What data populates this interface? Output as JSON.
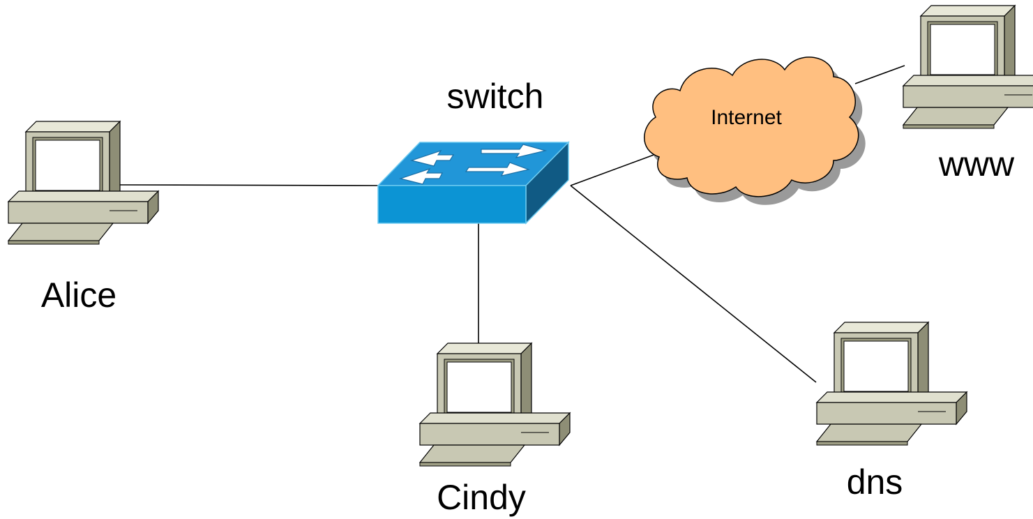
{
  "nodes": {
    "alice": {
      "label": "Alice",
      "icon": "desktop-computer-icon"
    },
    "cindy": {
      "label": "Cindy",
      "icon": "desktop-computer-icon"
    },
    "dns": {
      "label": "dns",
      "icon": "desktop-computer-icon"
    },
    "www": {
      "label": "www",
      "icon": "desktop-computer-icon"
    },
    "switch": {
      "label": "switch",
      "icon": "network-switch-icon"
    },
    "internet": {
      "label": "Internet",
      "icon": "cloud-icon"
    }
  },
  "links": [
    {
      "from": "alice",
      "to": "switch"
    },
    {
      "from": "switch",
      "to": "cindy"
    },
    {
      "from": "switch",
      "to": "dns"
    },
    {
      "from": "switch",
      "to": "internet"
    },
    {
      "from": "internet",
      "to": "www"
    }
  ],
  "colors": {
    "computer_body": "#c8c8b3",
    "computer_dark": "#9e9e84",
    "switch_top": "#2196d8",
    "switch_front": "#0c94d4",
    "switch_side": "#105a84",
    "cloud_fill": "#ffbf80",
    "cloud_shadow": "#9a9a9a"
  }
}
